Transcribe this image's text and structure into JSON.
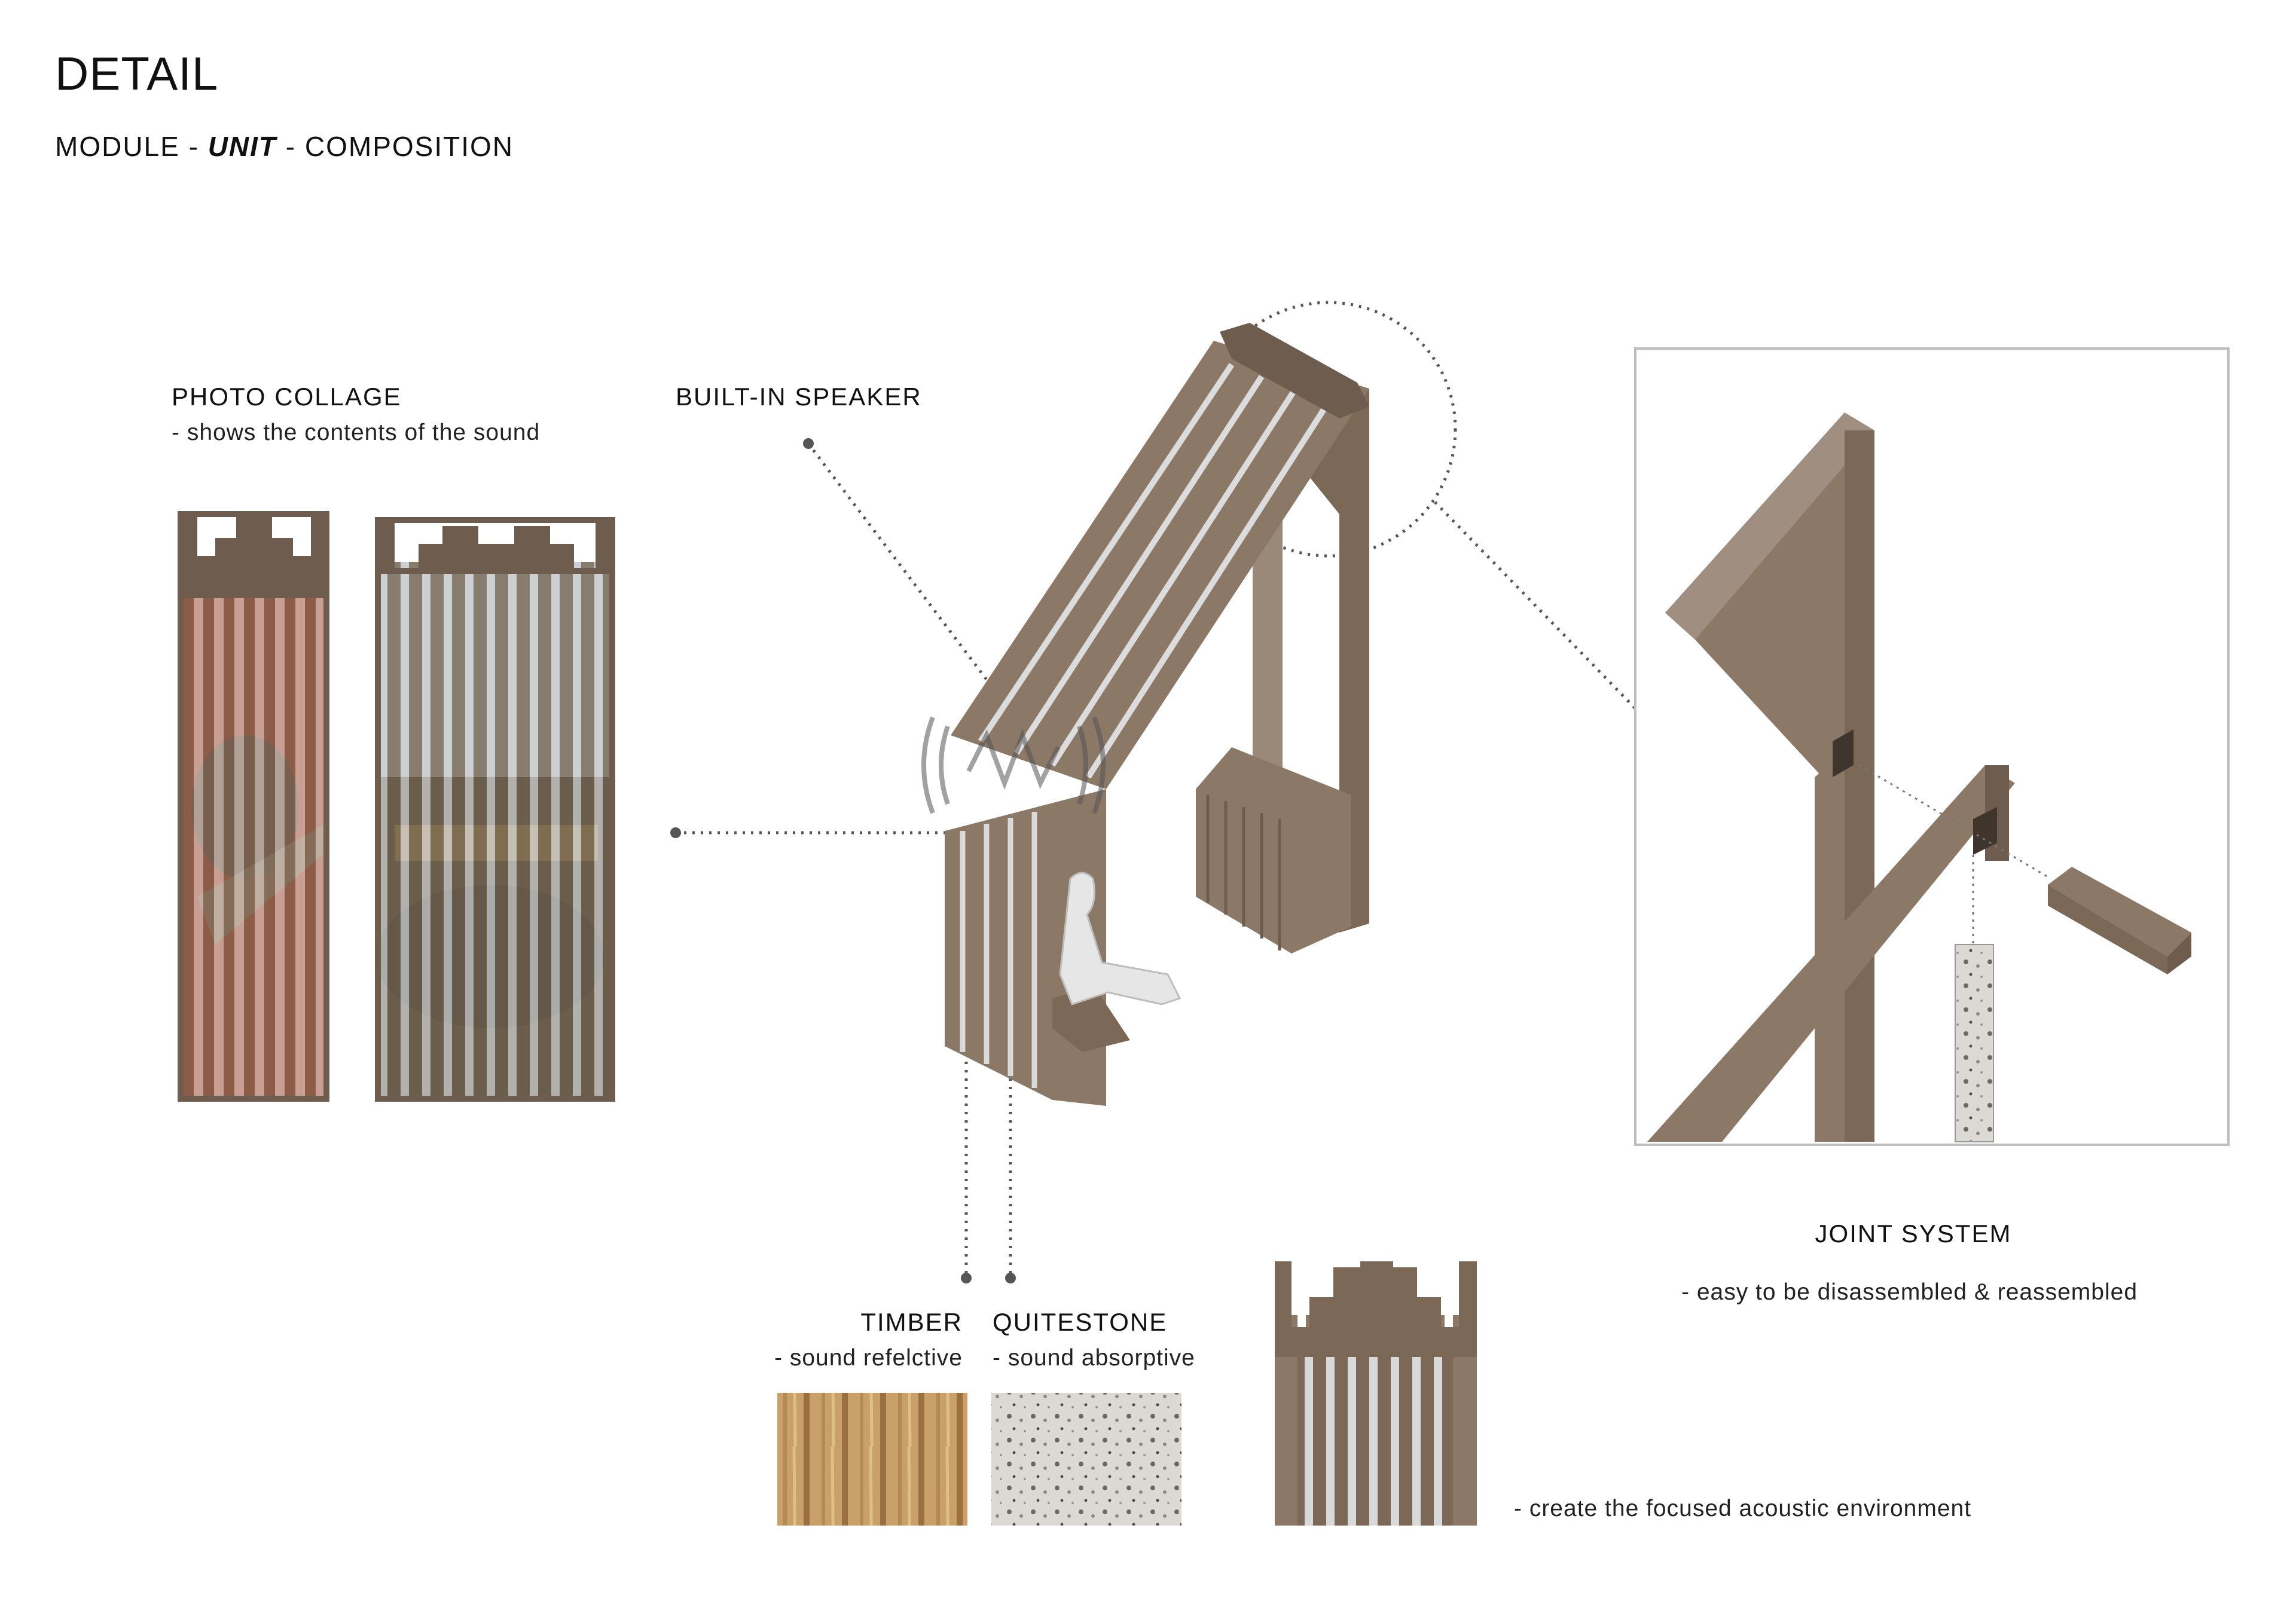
{
  "header": {
    "title": "DETAIL",
    "subtitle_prefix": "MODULE - ",
    "subtitle_emphasis": "UNIT",
    "subtitle_suffix": " - COMPOSITION"
  },
  "photo_collage": {
    "label": "PHOTO COLLAGE",
    "description": "- shows the contents of the sound"
  },
  "speaker": {
    "label": "BUILT-IN SPEAKER"
  },
  "joint": {
    "label": "JOINT SYSTEM",
    "description": "- easy to be disassembled & reassembled"
  },
  "materials": {
    "timber_label": "TIMBER",
    "timber_desc": "- sound refelctive",
    "stone_label": "QUITESTONE",
    "stone_desc": "- sound absorptive"
  },
  "acoustic": {
    "description": "- create the focused acoustic environment"
  },
  "colors": {
    "wood": "#8b7867",
    "wood_dark": "#6e5d4f",
    "wood_light": "#a6978a",
    "panel_red": "#a34e37",
    "timber_texture": "#c9a06a",
    "stone_texture": "#d9d6d1"
  }
}
